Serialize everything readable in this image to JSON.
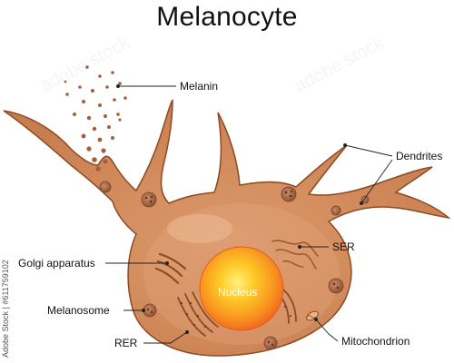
{
  "title": "Melanocyte",
  "labels": {
    "melanin": "Melanin",
    "dendrites": "Dendrites",
    "golgi": "Golgi apparatus",
    "ser": "SER",
    "nucleus": "Nucleus",
    "melanosome": "Melanosome",
    "rer": "RER",
    "mitochondrion": "Mitochondrion"
  },
  "stock_id": "Adobe Stock | #611759102",
  "watermark": "adobe stock",
  "colors": {
    "cell_fill": "#D2895A",
    "cell_stroke": "#8A4A24",
    "nucleus_outer": "#F7931E",
    "nucleus_inner": "#FFD84A",
    "granule": "#A86A4A"
  }
}
